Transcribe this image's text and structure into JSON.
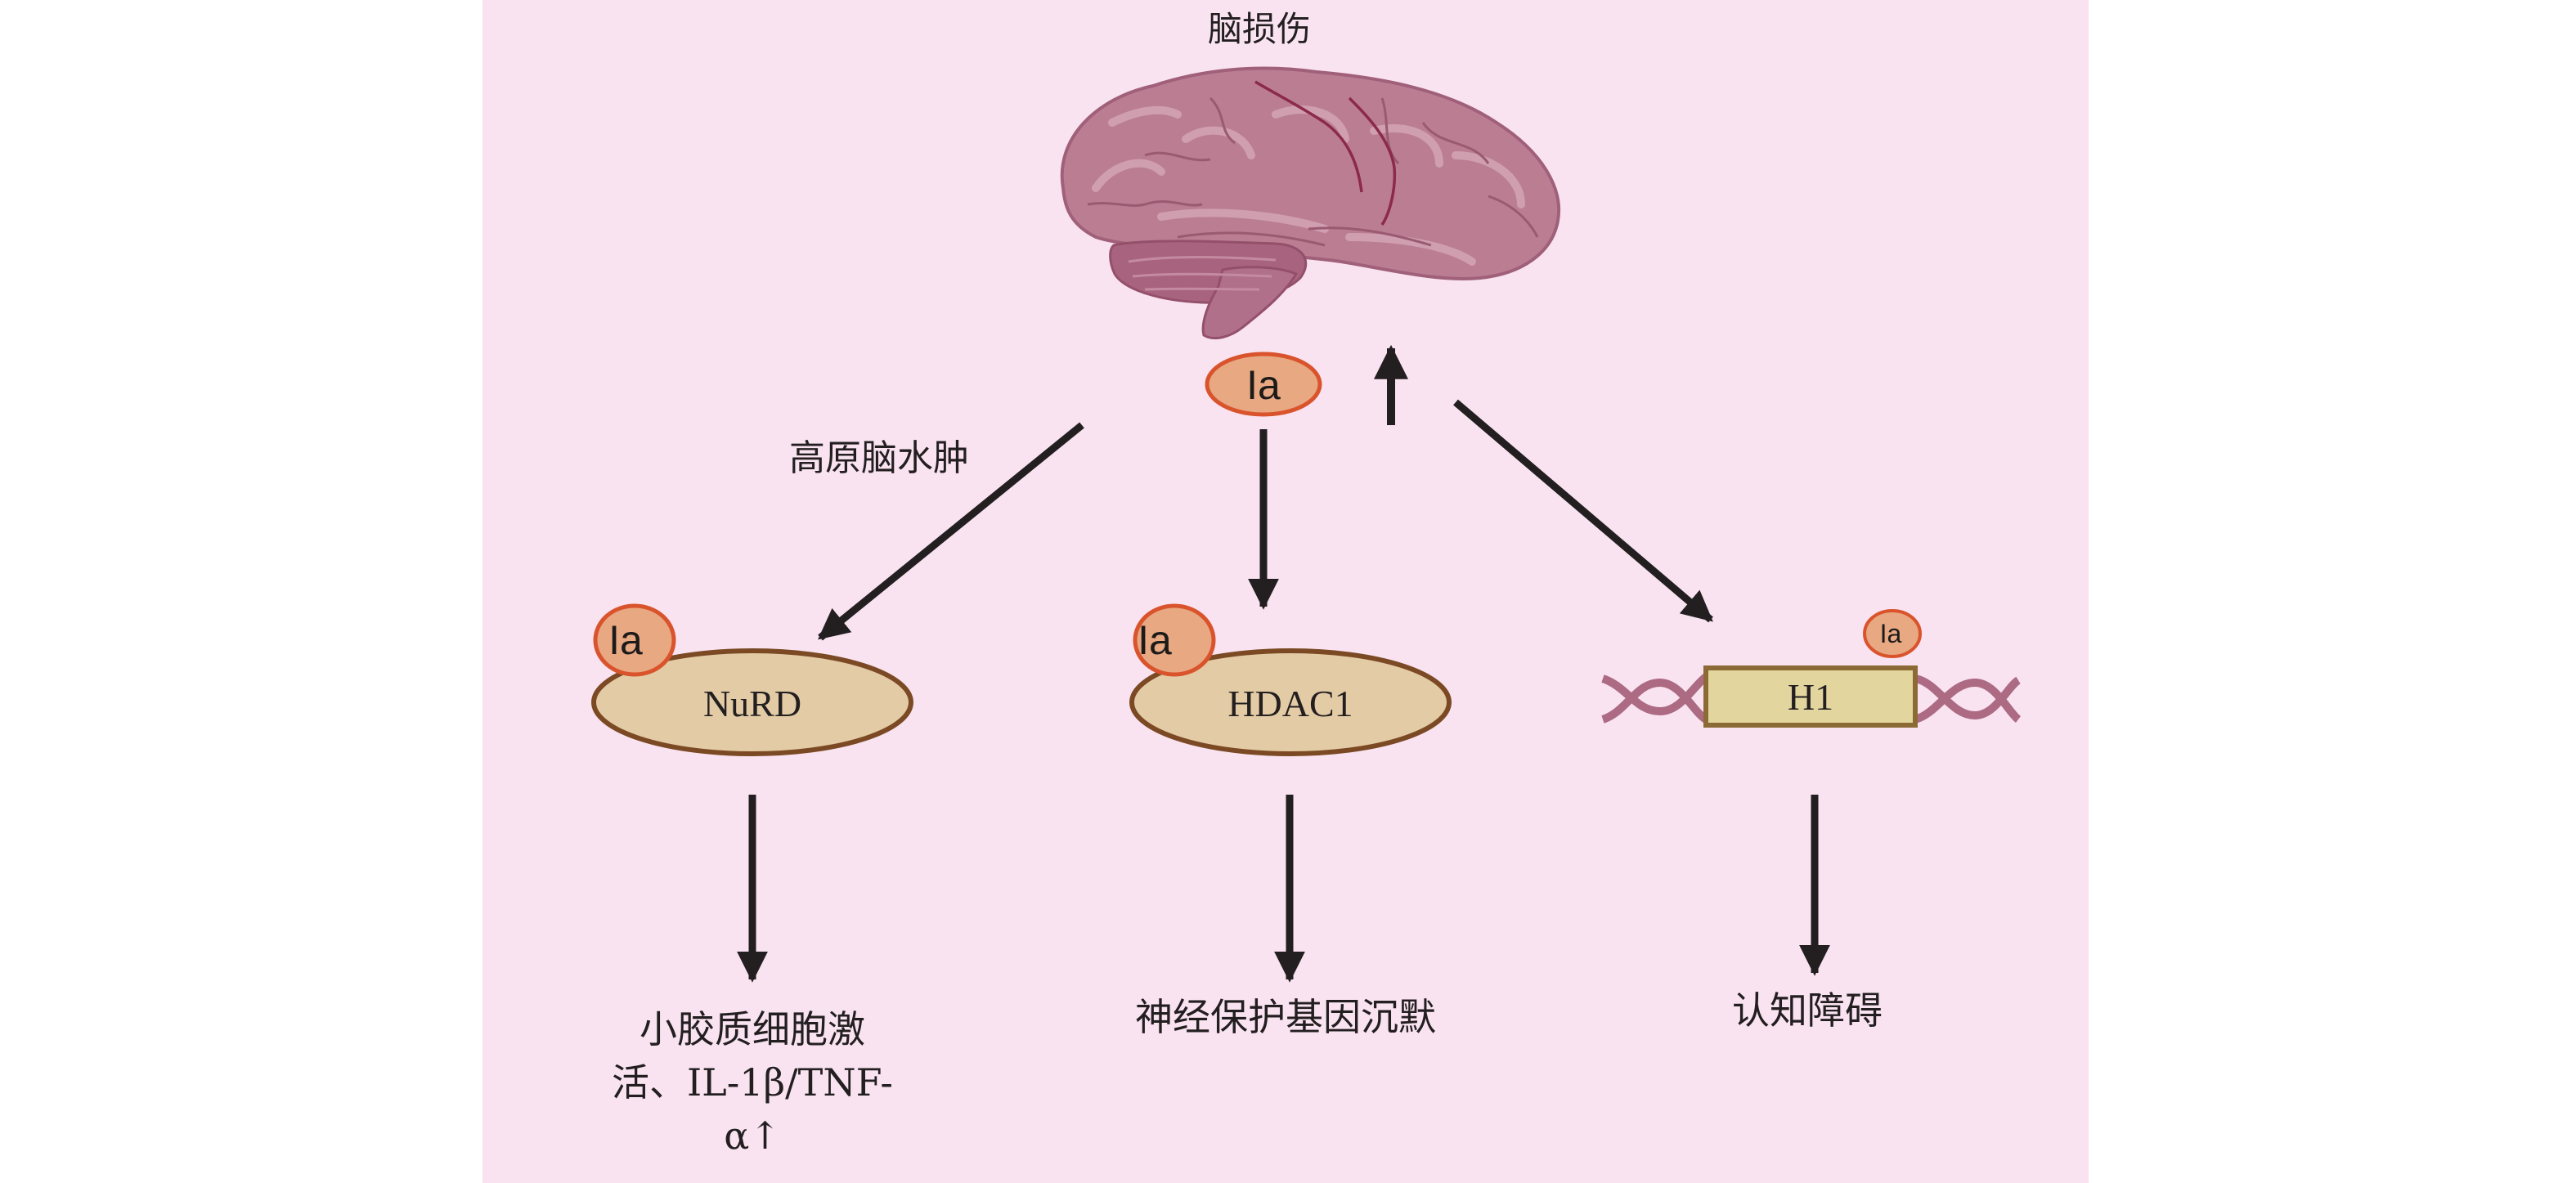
{
  "title": "脑损伤",
  "colors": {
    "background": "#f9e3f1",
    "arrow": "#231f20",
    "lactate_fill": "#e8a882",
    "lactate_stroke": "#d9542c",
    "complex_fill": "#e3cba5",
    "complex_stroke": "#7b4a24",
    "histone_fill": "#e2d59e",
    "histone_stroke": "#8c6a36",
    "dna": "#a8647e",
    "brain_fill": "#bb7d91",
    "brain_shade": "#a0607a",
    "brain_highlight": "#cf9fb0",
    "brain_sulcus": "#8c2a4a"
  },
  "source": {
    "name": "Brain",
    "icon": "brain-illustration",
    "lactate_label": "Ia"
  },
  "feedback_arrow": {
    "direction": "up",
    "meaning": "lactate promotes brain injury"
  },
  "branches": [
    {
      "id": "nurd",
      "edge_label": "高原脑水肿",
      "target_label": "NuRD",
      "target_shape": "ellipse",
      "lactate_label": "Ia",
      "outcome_lines": [
        "小胶质细胞激",
        "活、IL-1β/TNF-",
        "α↑"
      ]
    },
    {
      "id": "hdac1",
      "edge_label": "",
      "target_label": "HDAC1",
      "target_shape": "ellipse",
      "lactate_label": "Ia",
      "outcome_lines": [
        "神经保护基因沉默"
      ]
    },
    {
      "id": "h1",
      "edge_label": "",
      "target_label": "H1",
      "target_shape": "rectangle-on-dna",
      "lactate_label": "Ia",
      "outcome_lines": [
        "认知障碍"
      ]
    }
  ]
}
